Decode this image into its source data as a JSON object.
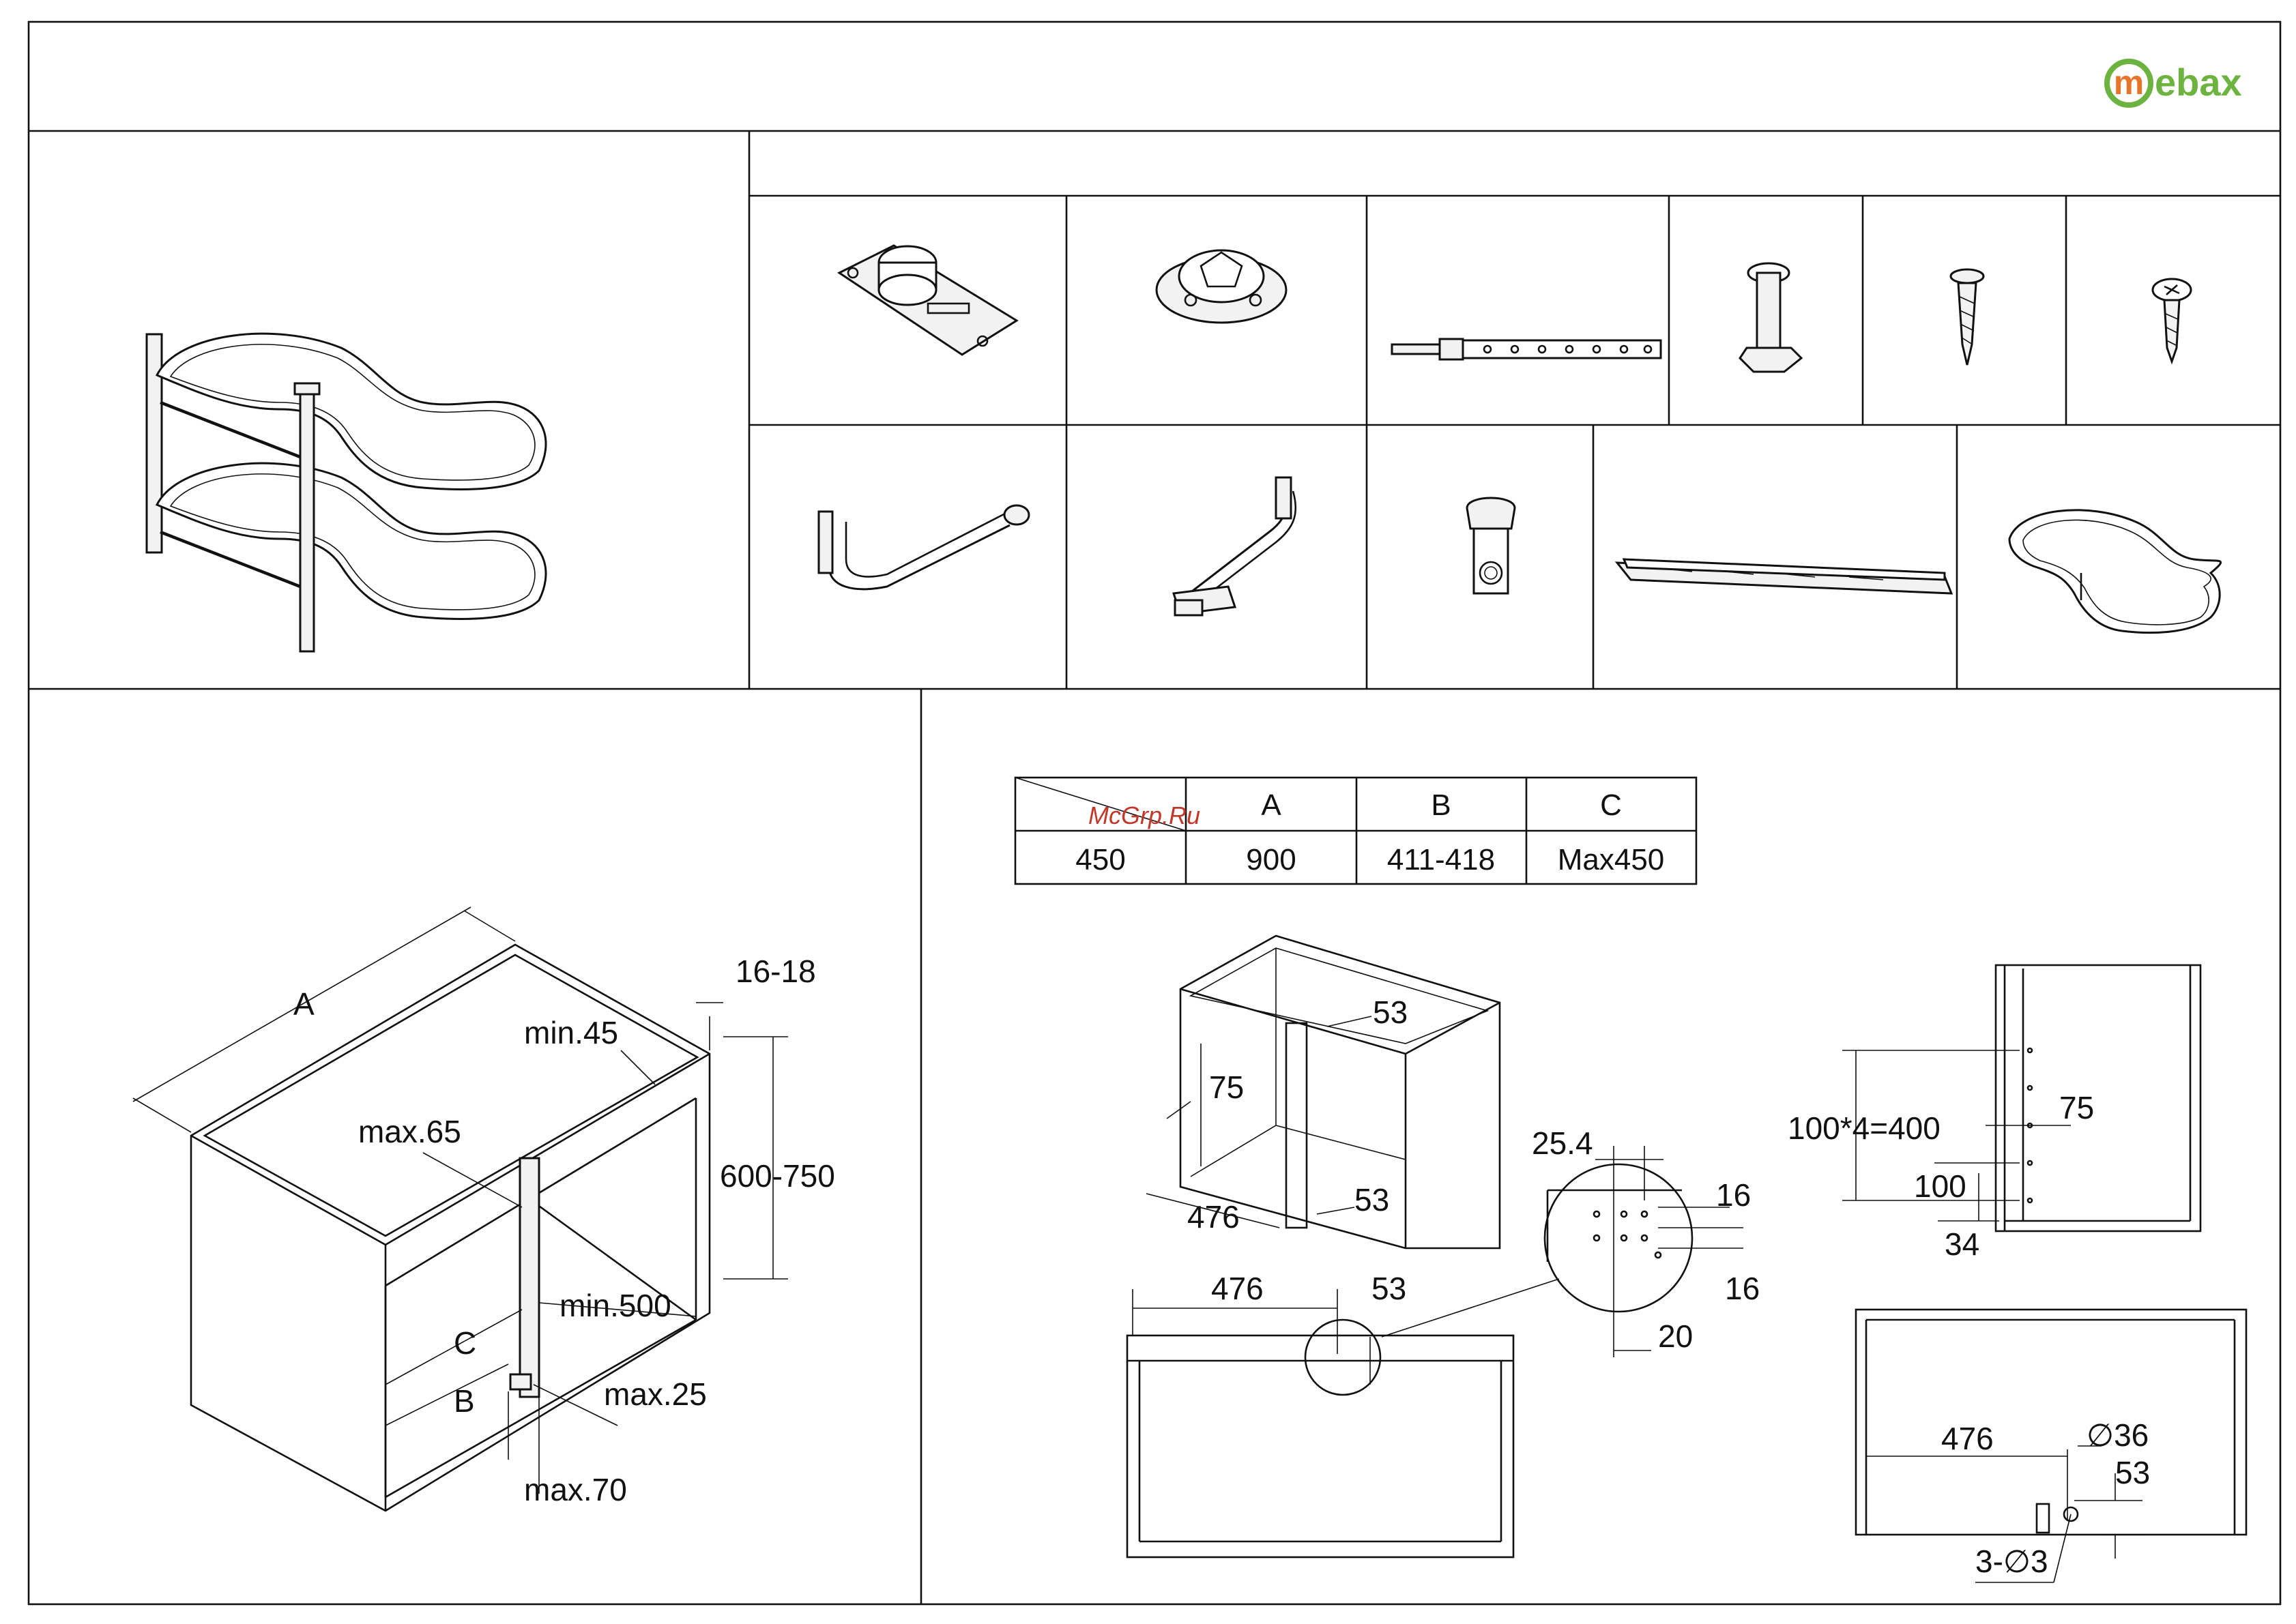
{
  "brand": {
    "logo_letter": "m",
    "logo_text": "ebax",
    "logo_colors": {
      "ring": "#6cb33f",
      "letter": "#e8742a",
      "text": "#6cb33f"
    }
  },
  "watermark": "McGrp.Ru",
  "components_row1": [
    "pivot-bracket-icon",
    "pole-socket-icon",
    "adjustable-rod-icon",
    "pole-pin-icon",
    "wood-screw-icon",
    "pan-head-screw-icon"
  ],
  "components_row2": [
    "curved-arm-icon",
    "hinge-arm-assembly-icon",
    "clip-icon",
    "mounting-rail-icon",
    "kidney-shelf-icon"
  ],
  "size_table": {
    "headers": [
      "A",
      "B",
      "C"
    ],
    "row": {
      "size": "450",
      "values": [
        "900",
        "411-418",
        "Max450"
      ]
    }
  },
  "cabinet_dims": {
    "a": "A",
    "b": "B",
    "c": "C",
    "thickness": "16-18",
    "height": "600-750",
    "min45": "min.45",
    "max65": "max.65",
    "min500": "min.500",
    "max25": "max.25",
    "max70": "max.70"
  },
  "drill_dims": {
    "d53_top": "53",
    "d75": "75",
    "d476_a": "476",
    "d53_mid": "53",
    "d476_b": "476",
    "d53_b": "53",
    "d25_4": "25.4",
    "d16_a": "16",
    "d16_b": "16",
    "d20": "20",
    "d100x4": "100*4=400",
    "d75_r": "75",
    "d100": "100",
    "d34": "34",
    "d476_c": "476",
    "d36": "∅36",
    "d53_c": "53",
    "d3x3": "3-∅3"
  }
}
